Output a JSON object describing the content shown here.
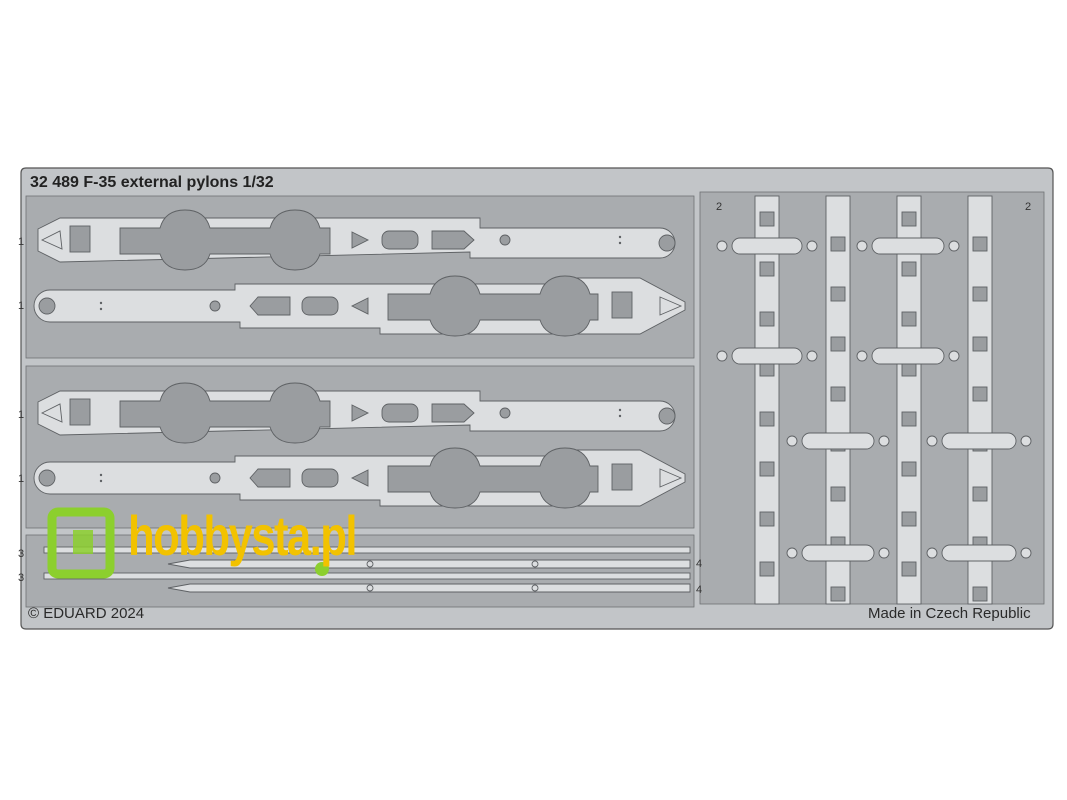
{
  "title": "32 489 F-35 external pylons 1/32",
  "copyright": "© EDUARD 2024",
  "origin": "Made in Czech Republic",
  "watermark": "hobbysta.pl",
  "part_numbers": {
    "p1a": "1",
    "p1b": "1",
    "p1c": "1",
    "p1d": "1",
    "p2a": "2",
    "p2b": "2",
    "p3a": "3",
    "p3b": "3",
    "p4a": "4",
    "p4b": "4"
  },
  "colors": {
    "fret": "#b9bcbf",
    "fret_dark": "#9a9da0",
    "part": "#dcdee0",
    "edge": "#5e6164",
    "watermark_yellow": "#f2c200",
    "watermark_green": "#8ccf2e"
  }
}
